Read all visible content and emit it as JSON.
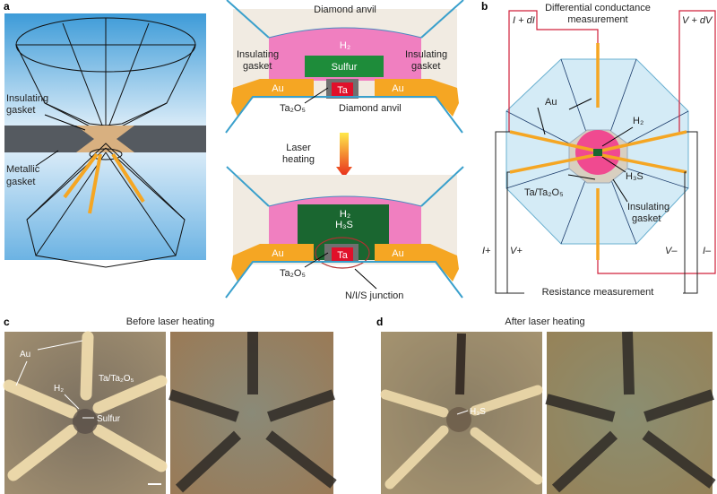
{
  "panel_labels": {
    "a": "a",
    "b": "b",
    "c": "c",
    "d": "d"
  },
  "panel_a": {
    "diamond": {
      "insulating_gasket": "Insulating gasket",
      "insulating_gasket_l1": "Insulating",
      "insulating_gasket_l2": "gasket",
      "metallic_gasket_l1": "Metallic",
      "metallic_gasket_l2": "gasket"
    },
    "before": {
      "diamond_anvil_top": "Diamond anvil",
      "diamond_anvil_bottom": "Diamond anvil",
      "h2": "H₂",
      "sulfur": "Sulfur",
      "ta": "Ta",
      "ta2o5": "Ta₂O₅",
      "au": "Au",
      "gasket_l1": "Insulating",
      "gasket_l2": "gasket"
    },
    "laser_l1": "Laser",
    "laser_l2": "heating",
    "after": {
      "h2": "H₂",
      "h3s": "H₃S",
      "ta": "Ta",
      "ta2o5": "Ta₂O₅",
      "au": "Au",
      "junction": "N/I/S junction"
    }
  },
  "panel_b": {
    "diff_l1": "Differential conductance",
    "diff_l2": "measurement",
    "i_di": "I + dI",
    "v_dv": "V + dV",
    "au": "Au",
    "h2": "H₂",
    "h3s": "H₃S",
    "ta_ta2o5": "Ta/Ta₂O₅",
    "gasket_l1": "Insulating",
    "gasket_l2": "gasket",
    "i_plus": "I+",
    "v_plus": "V+",
    "v_minus": "V–",
    "i_minus": "I–",
    "resistance": "Resistance measurement"
  },
  "panel_c": {
    "title": "Before laser heating",
    "au": "Au",
    "ta_ta2o5": "Ta/Ta₂O₅",
    "h2": "H₂",
    "sulfur": "Sulfur"
  },
  "panel_d": {
    "title": "After laser heating",
    "h3s": "H₃S"
  },
  "colors": {
    "au": "#f5a623",
    "h2": "#f07fc0",
    "sulfur": "#1e8c3a",
    "h3s": "#1a6630",
    "ta": "#e0102a",
    "wire": "#d0203a",
    "anvil": "#3aa0cc"
  }
}
